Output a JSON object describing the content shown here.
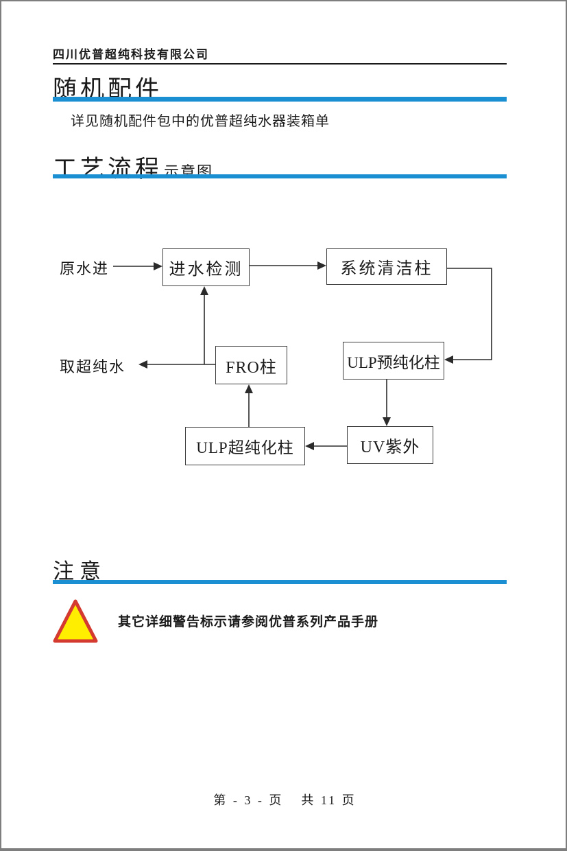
{
  "header": {
    "company": "四川优普超纯科技有限公司"
  },
  "sections": {
    "accessories": {
      "title": "随机配件",
      "body": "详见随机配件包中的优普超纯水器装箱单"
    },
    "process": {
      "title_large": "工艺流程",
      "title_small": "示意图"
    },
    "notice": {
      "title": "注意",
      "warning_icon": "warning-triangle-icon",
      "warning_text": "其它详细警告标示请参阅优普系列产品手册"
    }
  },
  "diagram": {
    "source_label": "原水进",
    "output_label": "取超纯水",
    "nodes": {
      "inlet_check": "进水检测",
      "system_clean": "系统清洁柱",
      "ulp_pre": "ULP预纯化柱",
      "uv": "UV紫外",
      "ulp_ultra": "ULP超纯化柱",
      "fro": "FRO柱"
    },
    "flow": [
      "原水进 → 进水检测",
      "进水检测 → 系统清洁柱",
      "系统清洁柱 → ULP预纯化柱",
      "ULP预纯化柱 → UV紫外",
      "UV紫外 → ULP超纯化柱",
      "ULP超纯化柱 → FRO柱",
      "FRO柱 → 取超纯水",
      "FRO柱 → 进水检测"
    ]
  },
  "footer": {
    "page_label": "第 - 3 - 页",
    "total_label": "共 11 页"
  },
  "colors": {
    "accent_blue": "#1a8fd1",
    "warning_yellow": "#ffee00",
    "warning_red": "#d43a2f",
    "rule_black": "#1a1a1a",
    "border_gray": "#7e7e7e"
  }
}
